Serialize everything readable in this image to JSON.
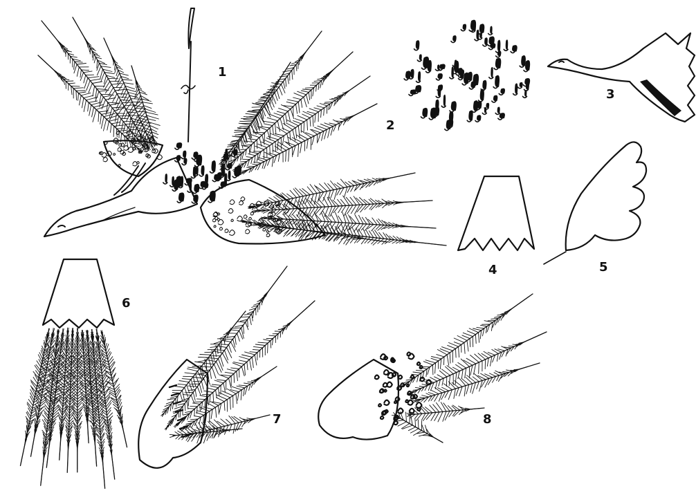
{
  "figure": {
    "labels": [
      {
        "id": "fig-1",
        "text": "1"
      },
      {
        "id": "fig-2",
        "text": "2"
      },
      {
        "id": "fig-3",
        "text": "3"
      },
      {
        "id": "fig-4",
        "text": "4"
      },
      {
        "id": "fig-5",
        "text": "5"
      },
      {
        "id": "fig-6",
        "text": "6"
      },
      {
        "id": "fig-7",
        "text": "7"
      },
      {
        "id": "fig-8",
        "text": "8"
      }
    ],
    "colors": {
      "ink": "#111111",
      "paper": "#ffffff"
    }
  }
}
